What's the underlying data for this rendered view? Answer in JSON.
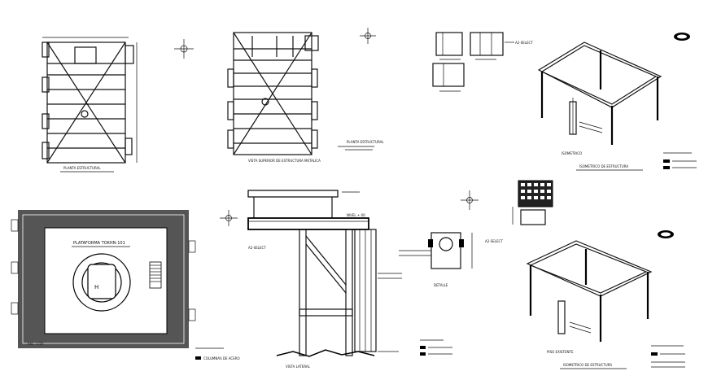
{
  "labels": {
    "heliport_platform": "PLATAFORMA TOKHN-101",
    "helipad_letter": "H",
    "ref_1": "A2-SELECT",
    "ref_2": "A2-SELECT",
    "ref_3": "A2-SELECT",
    "level_mark": "NIVEL + 00",
    "plan_1_caption": "PLANTA ESTRUCTURAL",
    "plan_2_caption": "PLANTA ESTRUCTURAL",
    "plan_2_caption_sub": "VISTA SUPERIOR DE ESTRUCTURA METALICA",
    "scale_1": "ESC. 1:50",
    "elev_caption": "VISTA LATERAL",
    "detail_caption": "DETALLE",
    "iso1_caption": "ISOMETRICO DE ESTRUCTURA",
    "iso2_caption": "ISOMETRICO DE ESTRUCTURA",
    "iso2_sub": "PISO EXISTENTE",
    "note_bottom_left": "COLUMNAS DE ACERO"
  }
}
